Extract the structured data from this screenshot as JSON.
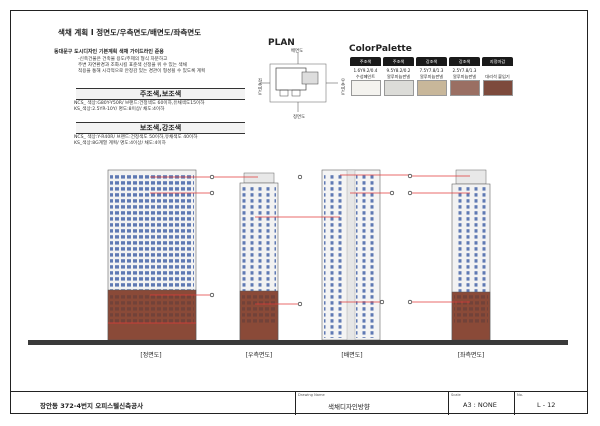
{
  "header": {
    "title": "색채 계획 Ⅰ 정면도/우측면도/배면도/좌측면도",
    "subtitle": "동대문구 도시디자인 기본계획 색채 가이드라인 준용",
    "description": [
      "-신축건물은 건축물 용도/주제의 형식 차분하고",
      "주변 자연환경과 조화시킬 표준색 선정을 위 수 있는 색채",
      "적용을 통해 시각적으로 안정감 있는 경관이 형성될 수 있도록 계획"
    ]
  },
  "main_color": {
    "heading": "주조색,보조색",
    "lines": [
      "NCS_ 색상:G80Y-Y50R/ 브랜드:건정색도 60이하,유채색도15이하",
      "KS_색상:2.5YR-10Y/ 명도:8이상/ 채도:4이하"
    ]
  },
  "accent_color": {
    "heading": "보조색,강조색",
    "lines": [
      "NCS_ 색상:Y-R40R/ 브랜드:건정색도 50이하,유채색도 40이하",
      "KS_색상:8G계열 계획/ 명도:4이상/ 채도:4이하"
    ]
  },
  "plan": {
    "title": "PLAN",
    "labels": {
      "top": "배면도",
      "left": "좌측면도",
      "right": "우측면도",
      "bottom": "정면도"
    }
  },
  "palette": {
    "title": "ColorPalette",
    "chips": [
      {
        "head": "주조색",
        "code": "1.6Y9.2/0.4",
        "name": "수성페인트",
        "color": "#f4f3ef"
      },
      {
        "head": "주조색",
        "code": "9.5Y8.2/0.2",
        "name": "알루미늄판넬",
        "color": "#dcdcd8"
      },
      {
        "head": "강조색",
        "code": "7.5Y7.8/1.3",
        "name": "알루미늄판넬",
        "color": "#c8b79a"
      },
      {
        "head": "강조색",
        "code": "2.5Y7.8/1.3",
        "name": "알루미늄판넬",
        "color": "#9a6f63"
      },
      {
        "head": "지정마감",
        "code": "",
        "name": "대리석 붙임기",
        "color": "#7d4a3c"
      }
    ]
  },
  "elevations": [
    {
      "label": "[정면도]"
    },
    {
      "label": "[우측면도]"
    },
    {
      "label": "[배면도]"
    },
    {
      "label": "[좌측면도]"
    }
  ],
  "title_block": {
    "project": "장안동 372-4번지 오피스텔신축공사",
    "drawing_caption": "Drawing Name",
    "drawing_name": "색채디자인방향",
    "scale_caption": "Scale",
    "scale": "A3 : NONE",
    "no_caption": "No.",
    "number": "L - 12"
  },
  "colors": {
    "facade": "#f2f2f2",
    "window": "#5f79b3",
    "brick": "#8a4a38",
    "ground": "#3a3a3a",
    "leader": "#e03a3a"
  }
}
